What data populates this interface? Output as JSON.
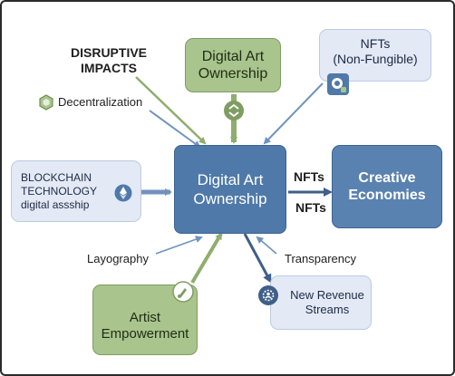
{
  "diagram": {
    "nodes": {
      "center": {
        "line1": "Digital Art",
        "line2": "Ownership"
      },
      "top": {
        "line1": "Digital Art",
        "line2": "Ownership"
      },
      "nfts_box": {
        "line1": "NFTs",
        "line2": "(Non-Fungible)"
      },
      "creative": {
        "line1": "Creative",
        "line2": "Economies"
      },
      "blockchain": {
        "line1": "BLOCKCHAIN",
        "line2": "TECHNOLOGY",
        "line3": "digital assship"
      },
      "artist": {
        "line1": "Artist",
        "line2": "Empowerment"
      },
      "revenue": {
        "line1": "New Revenue",
        "line2": "Streams"
      }
    },
    "labels": {
      "disruptive_1": "DISRUPTIVE",
      "disruptive_2": "IMPACTS",
      "decentralization": "Decentralization",
      "nfts_upper": "NFTs",
      "nfts_lower": "NFTs",
      "layography": "Layography",
      "transparency": "Transparency"
    },
    "colors": {
      "green": "#a9c48c",
      "blue": "#4f79a8",
      "pale": "#e3e9f5",
      "arrow_green": "#8fae6e",
      "arrow_blue": "#6f93bd",
      "arrow_dark": "#3f5f8a"
    },
    "icons": [
      "hexagon-icon",
      "arrows-circle-icon",
      "eye-badge-icon",
      "ethereum-icon",
      "brush-icon",
      "gear-people-icon"
    ]
  }
}
